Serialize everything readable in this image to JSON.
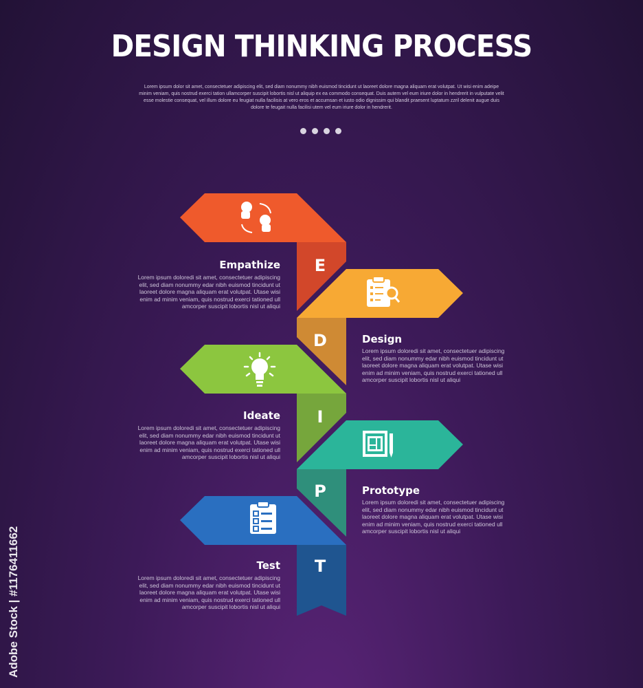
{
  "header": {
    "title": "DESIGN THINKING PROCESS",
    "intro": "Lorem ipsum dolor sit amet, consectetuer adipiscing elit, sed diam nonummy nibh euismod tincidunt ut laoreet dolore magna aliquam erat volutpat. Ut wisi enim adeipe minim veniam, quis nostrud exerci tation ullamcorper suscipit lobortis nisl ut aliquip ex ea commodo consequat. Duis autem vel eum iriure dolor in hendrerit in vulputate velit esse molestie consequat, vel illum dolore eu feugiat nulla facilisis at vero eros et accumsan et iusto odio dignissim qui blandit praesent luptatum zzril delenit augue duis dolore te feugait nulla facilisi utem vel eum iriure dolor in hendrerit."
  },
  "stages": [
    {
      "letter": "E",
      "title": "Empathize",
      "icon": "empathy-heads-icon",
      "color": "#ef5a2c",
      "stem_color": "#d2472a",
      "text": "Lorem ipsum doloredi sit amet, consectetuer adipiscing elit, sed diam nonummy edar nibh euismod tincidunt ut laoreet dolore magna aliquam erat volutpat. Utase wisi enim ad minim veniam, quis nostrud exerci tationed ull amcorper suscipit lobortis nisl ut aliqui"
    },
    {
      "letter": "D",
      "title": "Design",
      "icon": "clipboard-search-icon",
      "color": "#f7a934",
      "stem_color": "#cf8a34",
      "text": "Lorem ipsum doloredi sit amet, consectetuer adipiscing elit, sed diam nonummy edar nibh euismod tincidunt ut laoreet dolore magna aliquam erat volutpat. Utase wisi enim ad minim veniam, quis nostrud exerci tationed ull amcorper suscipit lobortis nisl ut aliqui"
    },
    {
      "letter": "I",
      "title": "Ideate",
      "icon": "lightbulb-icon",
      "color": "#8cc63f",
      "stem_color": "#76a63c",
      "text": "Lorem ipsum doloredi sit amet, consectetuer adipiscing elit, sed diam nonummy edar nibh euismod tincidunt ut laoreet dolore magna aliquam erat volutpat. Utase wisi enim ad minim veniam, quis nostrud exerci tationed ull amcorper suscipit lobortis nisl ut aliqui"
    },
    {
      "letter": "P",
      "title": "Prototype",
      "icon": "blueprint-pencil-icon",
      "color": "#2bb59a",
      "stem_color": "#2f8f7b",
      "text": "Lorem ipsum doloredi sit amet, consectetuer adipiscing elit, sed diam nonummy edar nibh euismod tincidunt ut laoreet dolore magna aliquam erat volutpat. Utase wisi enim ad minim veniam, quis nostrud exerci tationed ull amcorper suscipit lobortis nisl ut aliqui"
    },
    {
      "letter": "T",
      "title": "Test",
      "icon": "checklist-icon",
      "color": "#2a6fc0",
      "stem_color": "#1f5590",
      "text": "Lorem ipsum doloredi sit amet, consectetuer adipiscing elit, sed diam nonummy edar nibh euismod tincidunt ut laoreet dolore magna aliquam erat volutpat. Utase wisi enim ad minim veniam, quis nostrud exerci tationed ull amcorper suscipit lobortis nisl ut aliqui"
    }
  ],
  "watermark": "Adobe Stock | #1176411662"
}
